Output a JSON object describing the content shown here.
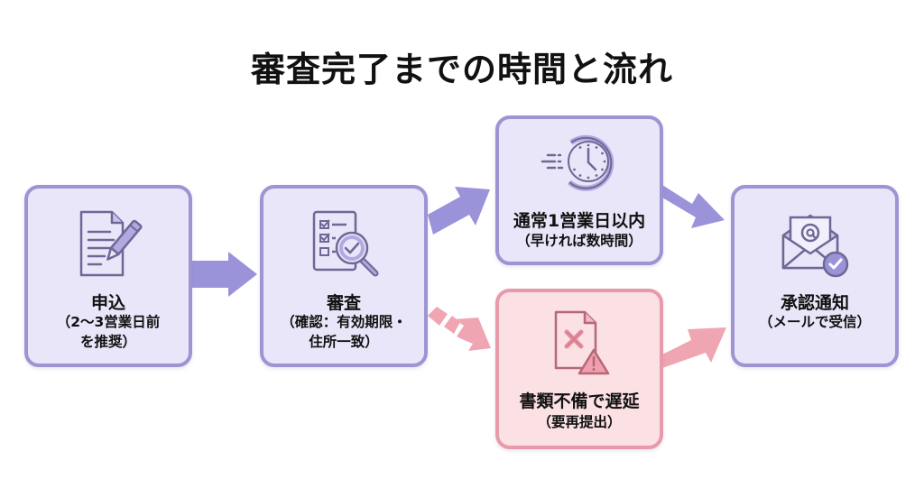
{
  "title": "審査完了までの時間と流れ",
  "colors": {
    "normal_border": "#9d95d3",
    "normal_fill": "#e8e6f8",
    "normal_arrow": "#9b93da",
    "warn_border": "#e89aab",
    "warn_fill": "#fbe0e4",
    "warn_arrow": "#f0a5b3",
    "icon_stroke": "#6f6795",
    "warn_icon_stroke": "#b56878"
  },
  "steps": [
    {
      "id": "apply",
      "icon": "document-pen-icon",
      "label": "申込",
      "sub_lines": [
        "（2〜3営業日前",
        "を推奨）"
      ]
    },
    {
      "id": "review",
      "icon": "checklist-magnifier-icon",
      "label": "審査",
      "sub_lines": [
        "（確認：有効期限・",
        "住所一致）"
      ]
    },
    {
      "id": "normal",
      "icon": "fast-clock-icon",
      "label": "通常1営業日以内",
      "sub_lines": [
        "（早ければ数時間）"
      ]
    },
    {
      "id": "delay",
      "icon": "document-error-warning-icon",
      "label": "書類不備で遅延",
      "sub_lines": [
        "（要再提出）"
      ]
    },
    {
      "id": "notify",
      "icon": "email-check-icon",
      "label": "承認通知",
      "sub_lines": [
        "（メールで受信）"
      ]
    }
  ],
  "arrows": [
    {
      "from": "apply",
      "to": "review",
      "style": "solid"
    },
    {
      "from": "review",
      "to": "normal",
      "style": "solid"
    },
    {
      "from": "review",
      "to": "delay",
      "style": "dashed-warning"
    },
    {
      "from": "normal",
      "to": "notify",
      "style": "solid"
    },
    {
      "from": "delay",
      "to": "notify",
      "style": "solid-warning"
    }
  ]
}
